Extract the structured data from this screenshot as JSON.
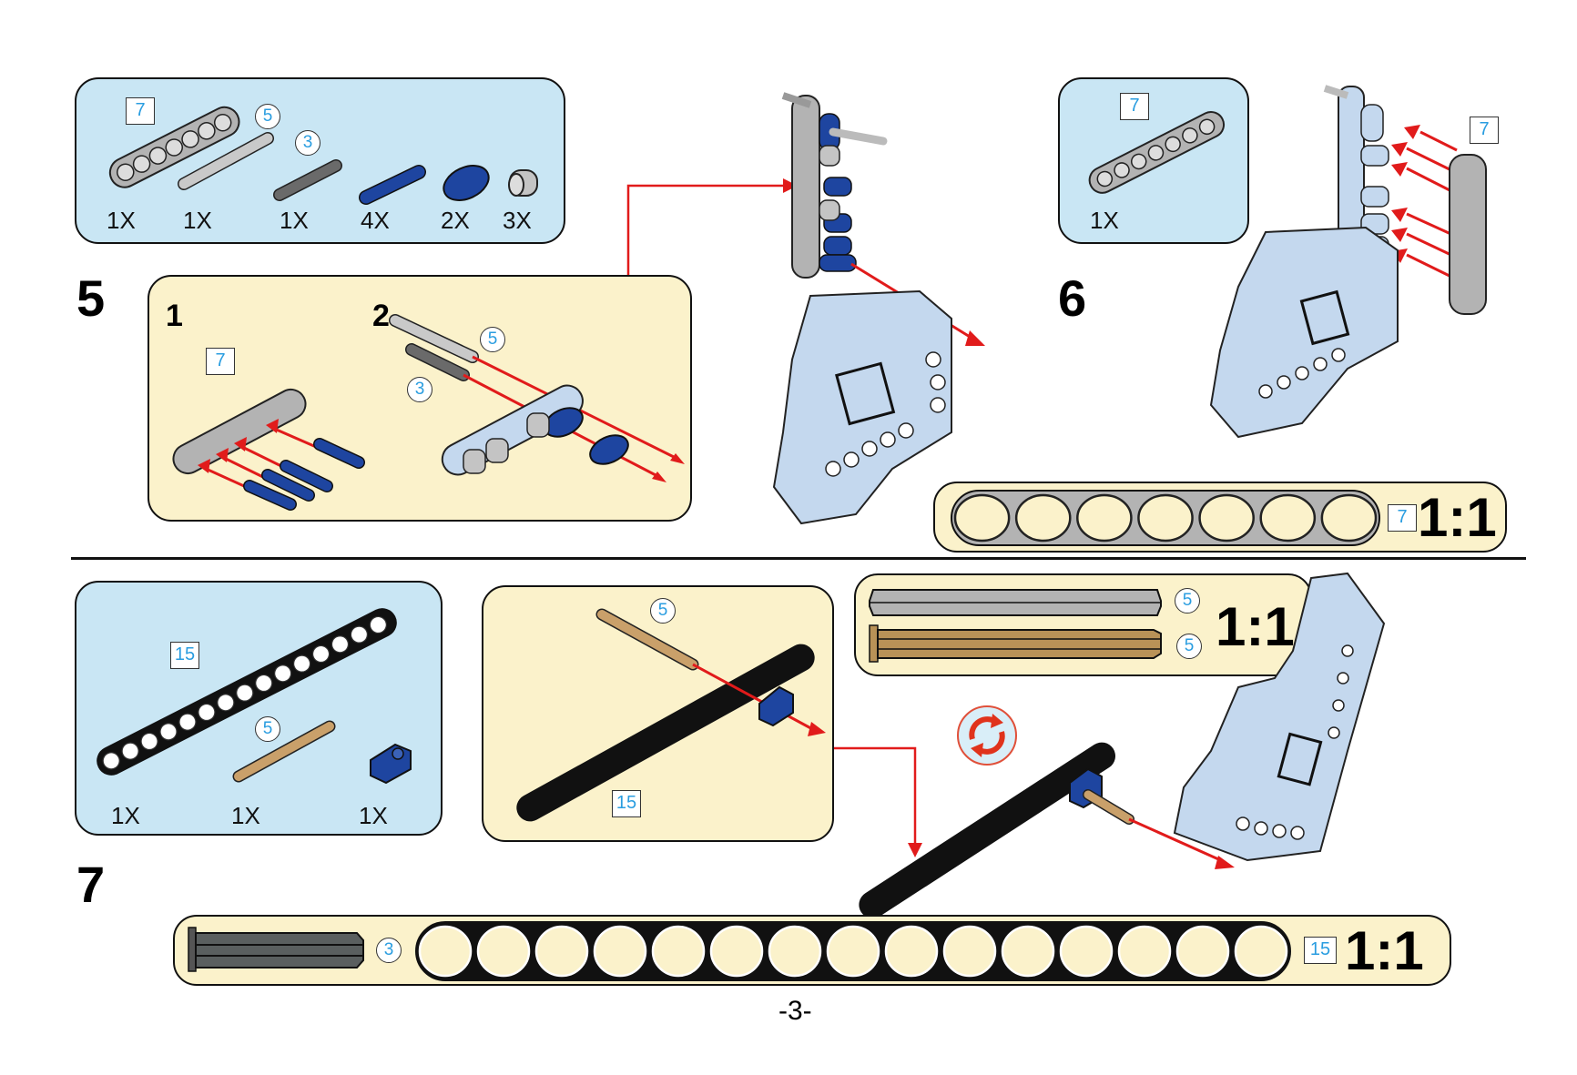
{
  "page": {
    "number": "-3-"
  },
  "colors": {
    "parts_bg": "#c9e6f4",
    "sub_bg": "#fbf2cb",
    "arrow": "#e11b1b",
    "length_label": "#2a9de0",
    "blue_part": "#1e45a0",
    "grey_part": "#b3b3b3",
    "dark_part": "#5a5a5a",
    "tan_part": "#b99257",
    "light_blue_part": "#c4d8ee"
  },
  "step5": {
    "number": "5",
    "parts": [
      {
        "name": "beam",
        "length": "7",
        "qty": "1X",
        "color": "light grey"
      },
      {
        "name": "axle",
        "length": "5",
        "qty": "1X",
        "color": "light grey"
      },
      {
        "name": "axle-pin",
        "length": "3",
        "qty": "1X",
        "color": "dark grey"
      },
      {
        "name": "long-pin",
        "length": "",
        "qty": "4X",
        "color": "blue"
      },
      {
        "name": "connector",
        "length": "",
        "qty": "2X",
        "color": "blue"
      },
      {
        "name": "bush",
        "length": "",
        "qty": "3X",
        "color": "light grey"
      }
    ],
    "sub": {
      "step1": "1",
      "step2": "2",
      "beam_len": "7",
      "axle_len": "5",
      "pin_len": "3"
    }
  },
  "step6": {
    "number": "6",
    "parts": [
      {
        "name": "beam",
        "length": "7",
        "qty": "1X"
      }
    ],
    "callout_len": "7",
    "ruler": {
      "holes": 7,
      "len": "7",
      "scale": "1:1"
    }
  },
  "step7": {
    "number": "7",
    "parts": [
      {
        "name": "beam",
        "length": "15",
        "qty": "1X",
        "color": "black"
      },
      {
        "name": "axle-pin",
        "length": "5",
        "qty": "1X",
        "color": "tan"
      },
      {
        "name": "cross-block",
        "length": "",
        "qty": "1X",
        "color": "blue"
      }
    ],
    "sub": {
      "axle_len": "5",
      "beam_len": "15"
    },
    "axle_ruler": {
      "grey_len": "5",
      "tan_len": "5",
      "scale": "1:1"
    },
    "bottom_ruler": {
      "pin_len": "3",
      "holes": 15,
      "beam_len": "15",
      "scale": "1:1"
    },
    "rotate_icon": "rotate-icon"
  }
}
